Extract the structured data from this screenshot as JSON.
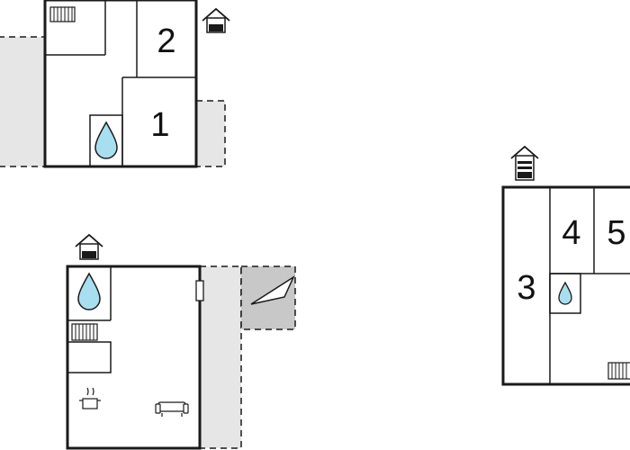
{
  "floor_plan": {
    "room_numbers": [
      "1",
      "2",
      "3",
      "4",
      "5"
    ],
    "colors": {
      "wall": "#1a1a1a",
      "terrace": "#e6e6e6",
      "annex_fill": "#c8c8c8",
      "water": "#a8dff0",
      "background": "#ffffff"
    },
    "icons": [
      "house-entrance-icon",
      "radiator-icon",
      "water-drop-icon",
      "stove-pot-icon",
      "sofa-icon",
      "window-icon",
      "triangle-annex-icon"
    ]
  }
}
